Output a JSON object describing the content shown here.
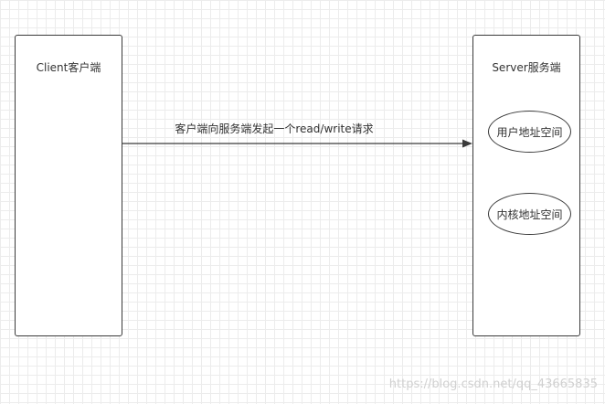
{
  "client": {
    "label": "Client客户端"
  },
  "server": {
    "label": "Server服务端",
    "user_space": "用户地址空间",
    "kernel_space": "内核地址空间"
  },
  "arrow": {
    "label": "客户端向服务端发起一个read/write请求"
  },
  "watermark": "https://blog.csdn.net/qq_43665835",
  "colors": {
    "stroke": "#3a3a3a",
    "grid": "#ececec",
    "watermark": "#d0d0d0"
  }
}
